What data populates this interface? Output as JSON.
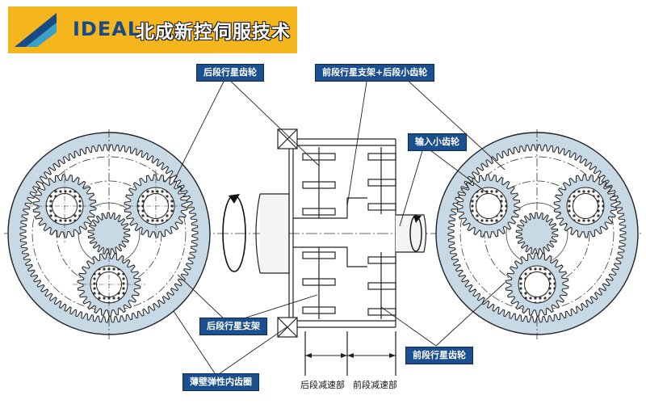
{
  "brand": {
    "logo_text": "IDEAL",
    "title": "北成新控伺服技术"
  },
  "colors": {
    "banner": "#f5b51c",
    "callout_bg": "#1b4f8e",
    "gear_fill": "#c8d9e6",
    "outline": "#222222"
  },
  "labels": {
    "rear_planet_gear": "后段行星齿轮",
    "front_carrier_rear_sun": "前段行星支架+后段小齿轮",
    "input_sun_gear": "输入小齿轮",
    "rear_planet_carrier": "后段行星支架",
    "front_planet_gear": "前段行星齿轮",
    "thin_wall_ring_gear": "薄壁弹性内齿圈",
    "rear_reduction": "后段减速部",
    "front_reduction": "前段减速部"
  }
}
